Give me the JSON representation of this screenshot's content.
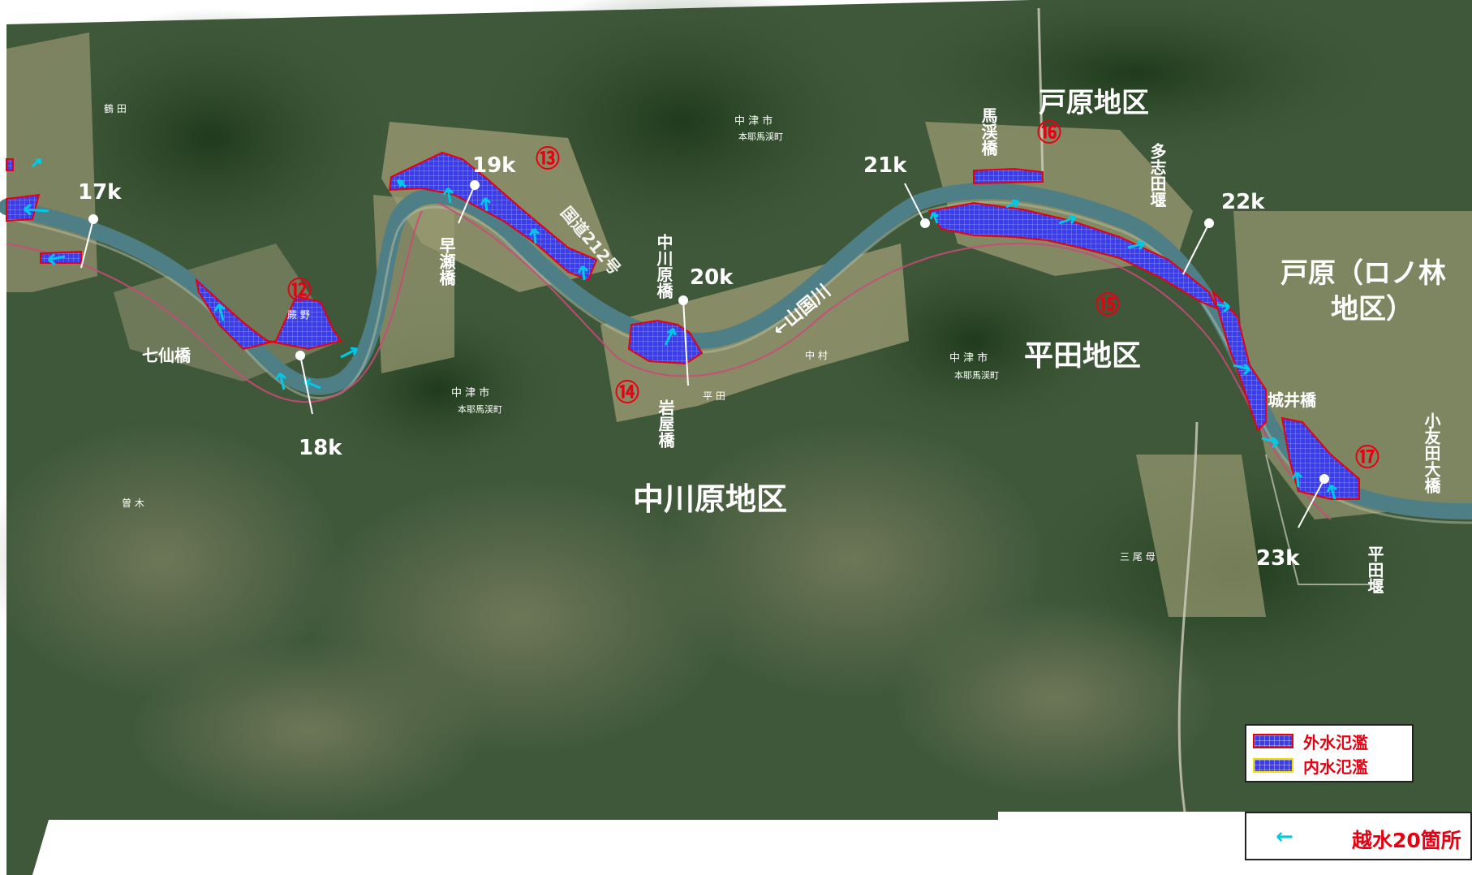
{
  "districts": {
    "tohara": "戸原地区",
    "tohara_kunobayashi_1": "戸原（ロノ林",
    "tohara_kunobayashi_2": "地区）",
    "hirata": "平田地区",
    "nakagawara": "中川原地区"
  },
  "distance_markers": {
    "k17": "17k",
    "k18": "18k",
    "k19": "19k",
    "k20": "20k",
    "k21": "21k",
    "k22": "22k",
    "k23": "23k"
  },
  "bridges": {
    "shichisen": "七仙橋",
    "hayase": "早瀬橋",
    "nakagawara": "中川原橋",
    "iwaya": "岩屋橋",
    "bakei": "馬渓橋",
    "shiroi": "城井橋",
    "kotomoda": "小友田大橋"
  },
  "weirs": {
    "tashida": "多志田堰",
    "hirata": "平田堰"
  },
  "roads": {
    "route212": "国道212号",
    "yamakuni": "←山国川"
  },
  "area_numbers": [
    "⑫",
    "⑬",
    "⑭",
    "⑮",
    "⑯",
    "⑰"
  ],
  "place_names": {
    "nakatsu_shi": "中 津 市",
    "honyabakei_machi": "本耶馬渓町",
    "warabino": "蕨 野",
    "tsuruta": "鶴 田",
    "sogi": "曽 木",
    "mio": "三 尾 母",
    "nakamura": "中 村",
    "hirata_small": "平 田"
  },
  "legend": {
    "external_flood": "外水氾濫",
    "internal_flood": "内水氾濫"
  },
  "overflow_note": {
    "arrow": "←",
    "text": "越水20箇所"
  },
  "colors": {
    "flood_fill": "#3b3bf0",
    "external_border": "#e60012",
    "internal_border": "#f0e000",
    "overflow_arrow": "#00c8e6",
    "river": "#4f7f86",
    "label_red": "#e60012"
  }
}
